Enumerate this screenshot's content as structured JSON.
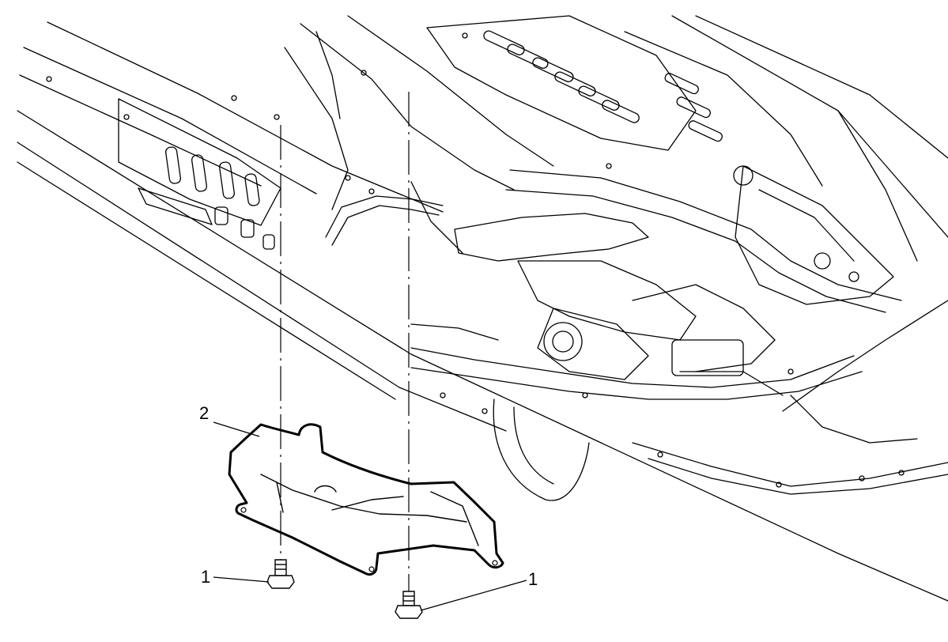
{
  "figure": {
    "line_color": "#000000",
    "background_color": "#ffffff",
    "callouts": [
      {
        "id": "bolt-left",
        "label": "1"
      },
      {
        "id": "shield",
        "label": "2"
      },
      {
        "id": "bolt-right",
        "label": "1"
      }
    ]
  }
}
